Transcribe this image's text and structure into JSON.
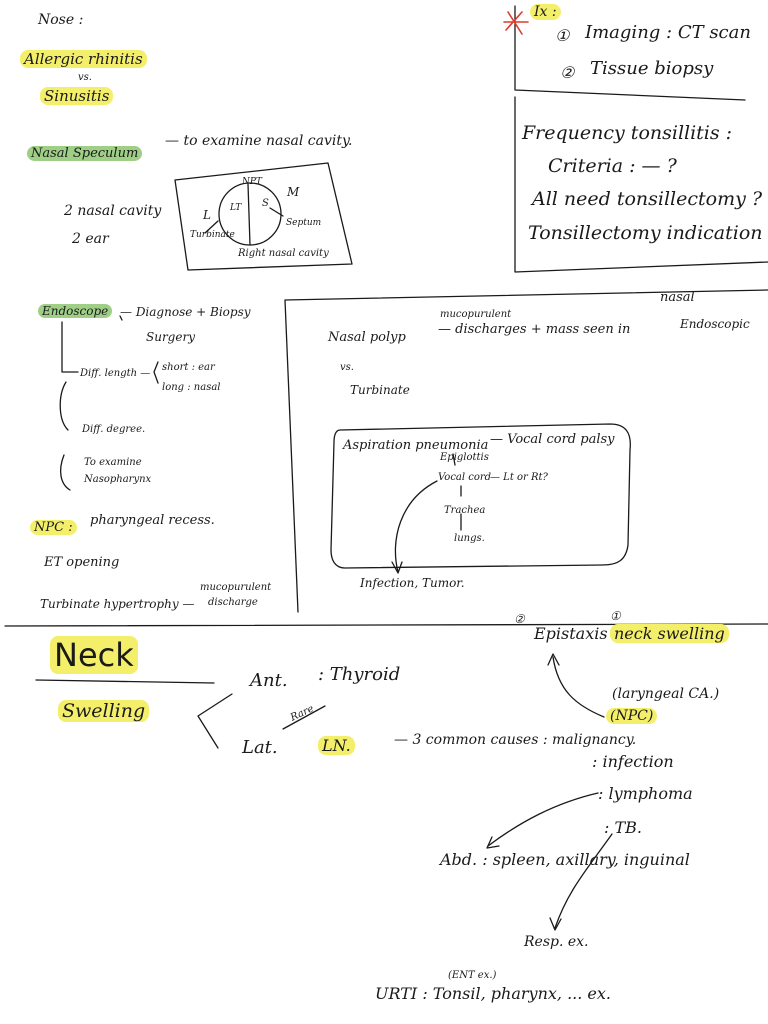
{
  "nose": {
    "title": "Nose :",
    "allergic": "Allergic rhinitis",
    "vs": "vs.",
    "sinusitis": "Sinusitis",
    "speculum": "Nasal Speculum",
    "speculum_desc": "— to examine nasal cavity.",
    "nasal_cavity": "2 nasal cavity",
    "ear": "2 ear",
    "diagram": {
      "top": "NPT",
      "lt": "LT",
      "s": "S",
      "m": "M",
      "l": "L",
      "turbinate": "Turbinate",
      "septum": "Septum",
      "caption": "Right nasal cavity"
    }
  },
  "ix": {
    "label": "Ix :",
    "n1": "①",
    "item1": "Imaging : CT scan",
    "n2": "②",
    "item2": "Tissue biopsy"
  },
  "tonsil": {
    "line1": "Frequency tonsillitis :",
    "line2": "Criteria : — ?",
    "line3": "All need tonsillectomy ?",
    "line4": "Tonsillectomy indication ?"
  },
  "endoscope": {
    "label": "Endoscope",
    "diagnose": "— Diagnose + Biopsy",
    "surgery": "Surgery",
    "diff_length": "Diff. length —",
    "short": "short : ear",
    "long": "long : nasal",
    "diff_degree": "Diff. degree.",
    "to_examine": "To examine",
    "nasopharynx": "Nasopharynx",
    "npc": "NPC :",
    "pharyngeal": "pharyngeal recess.",
    "et": "ET opening",
    "turb_hyp": "Turbinate hypertrophy —",
    "mucopurulent": "mucopurulent",
    "discharge": "discharge"
  },
  "polyp": {
    "mucopurulent": "mucopurulent",
    "nasal": "nasal",
    "main": "Nasal polyp",
    "rest": "— discharges + mass seen in",
    "endoscopic": "Endoscopic",
    "vs": "vs.",
    "turbinate": "Turbinate"
  },
  "aspiration": {
    "main": "Aspiration pneumonia",
    "vocal_palsy": "— Vocal cord palsy",
    "epiglottis": "Epiglottis",
    "vocal_cord": "Vocal cord",
    "lt_rt": "— Lt or Rt?",
    "trachea": "Trachea",
    "lungs": "lungs.",
    "infection": "Infection, Tumor."
  },
  "neck": {
    "title": "Neck",
    "swelling": "Swelling",
    "ant": "Ant.",
    "thyroid": ": Thyroid",
    "rare": "Rare",
    "lat": "Lat.",
    "ln": "LN.",
    "causes": "— 3 common causes : malignancy.",
    "infection": ": infection",
    "lymphoma": ": lymphoma",
    "tb": ": TB.",
    "abd": "Abd. : spleen, axillary, inguinal",
    "resp": "Resp. ex.",
    "ent": "(ENT ex.)",
    "urti": "URTI : Tonsil, pharynx, ... ex.",
    "n2": "②",
    "epistaxis": "Epistaxis ,",
    "n1": "①",
    "neck_swelling": "neck swelling",
    "laryngeal": "(laryngeal CA.)",
    "npc": "(NPC)"
  }
}
